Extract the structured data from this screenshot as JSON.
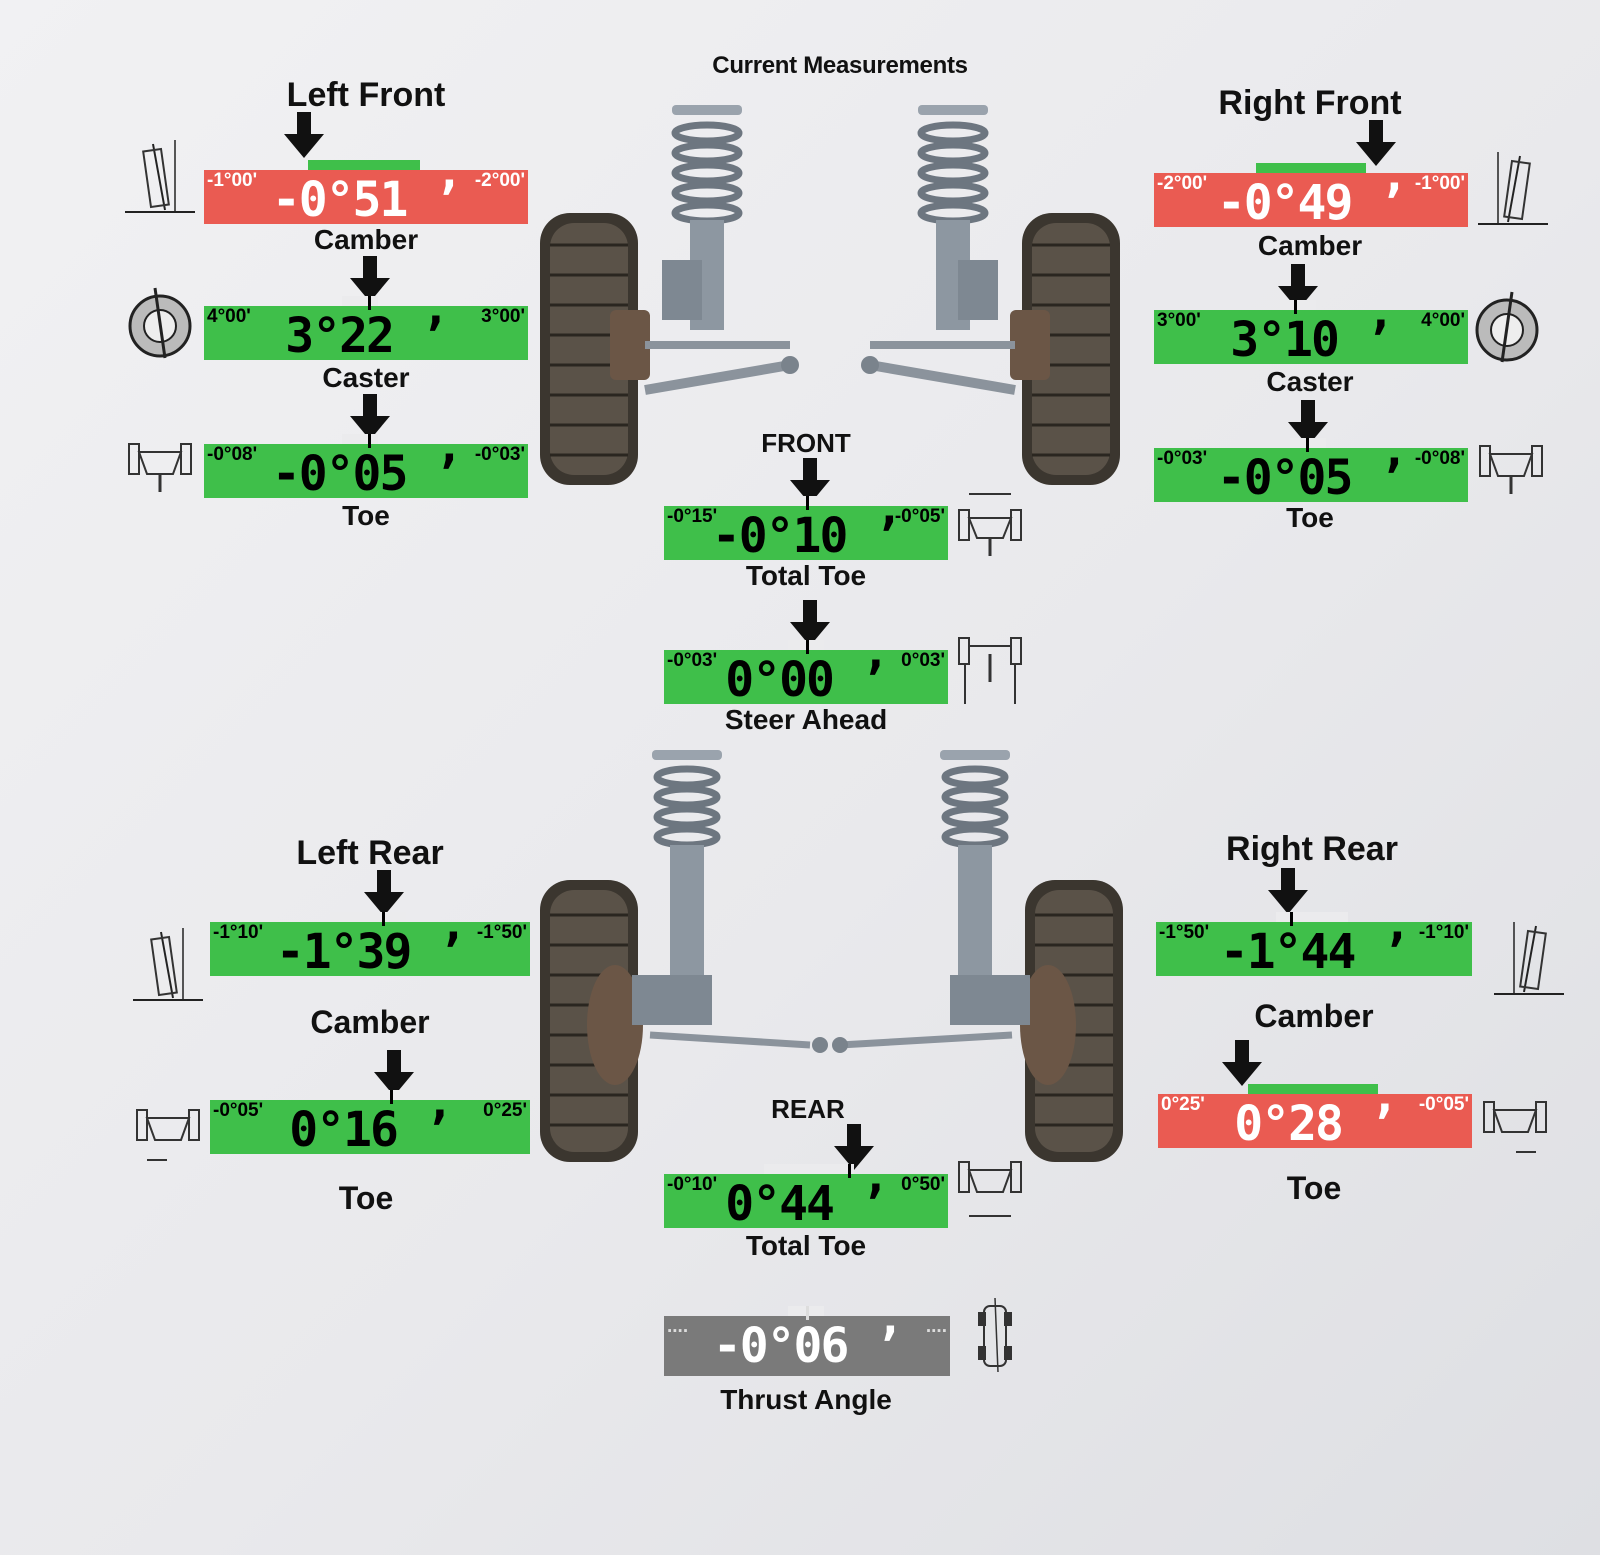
{
  "title": "Current Measurements",
  "left_front": {
    "title": "Left Front",
    "camber": {
      "label": "Camber",
      "min": "-1°00'",
      "max": "-2°00'",
      "value": "-0°51 ’",
      "status": "out"
    },
    "caster": {
      "label": "Caster",
      "min": "4°00'",
      "max": "3°00'",
      "value": "3°22 ’",
      "status": "in"
    },
    "toe": {
      "label": "Toe",
      "min": "-0°08'",
      "max": "-0°03'",
      "value": "-0°05 ’",
      "status": "in"
    }
  },
  "right_front": {
    "title": "Right Front",
    "camber": {
      "label": "Camber",
      "min": "-2°00'",
      "max": "-1°00'",
      "value": "-0°49 ’",
      "status": "out"
    },
    "caster": {
      "label": "Caster",
      "min": "3°00'",
      "max": "4°00'",
      "value": "3°10 ’",
      "status": "in"
    },
    "toe": {
      "label": "Toe",
      "min": "-0°03'",
      "max": "-0°08'",
      "value": "-0°05 ’",
      "status": "in"
    }
  },
  "front": {
    "label": "FRONT",
    "total_toe": {
      "label": "Total Toe",
      "min": "-0°15'",
      "max": "-0°05'",
      "value": "-0°10 ’",
      "status": "in"
    },
    "steer_ahead": {
      "label": "Steer Ahead",
      "min": "-0°03'",
      "max": "0°03'",
      "value": "0°00 ’",
      "status": "in"
    }
  },
  "left_rear": {
    "title": "Left Rear",
    "camber": {
      "label": "Camber",
      "min": "-1°10'",
      "max": "-1°50'",
      "value": "-1°39 ’",
      "status": "in"
    },
    "toe": {
      "label": "Toe",
      "min": "-0°05'",
      "max": "0°25'",
      "value": "0°16 ’",
      "status": "in"
    }
  },
  "right_rear": {
    "title": "Right Rear",
    "camber": {
      "label": "Camber",
      "min": "-1°50'",
      "max": "-1°10'",
      "value": "-1°44 ’",
      "status": "in"
    },
    "toe": {
      "label": "Toe",
      "min": "0°25'",
      "max": "-0°05'",
      "value": "0°28 ’",
      "status": "out"
    }
  },
  "rear": {
    "label": "REAR",
    "total_toe": {
      "label": "Total Toe",
      "min": "-0°10'",
      "max": "0°50'",
      "value": "0°44 ’",
      "status": "in"
    },
    "thrust_angle": {
      "label": "Thrust Angle",
      "min": "....",
      "max": "....",
      "value": "-0°06 ’",
      "status": "none"
    }
  },
  "colors": {
    "in_spec": "#3fbf4a",
    "out_of_spec": "#ea5b52",
    "no_spec": "#7a7a7a"
  }
}
